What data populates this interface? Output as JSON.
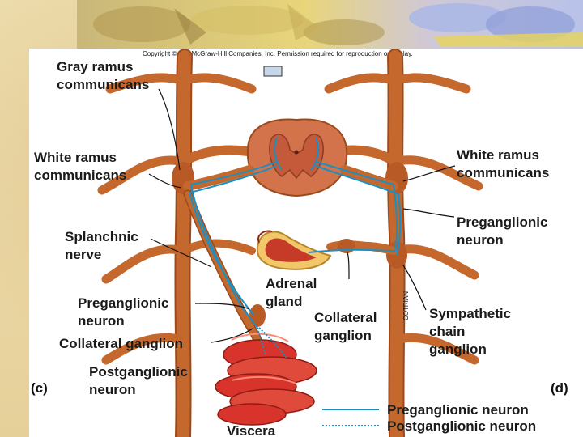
{
  "copyright": "Copyright © The McGraw-Hill Companies, Inc. Permission required for reproduction or display.",
  "labels": {
    "gray_ramus_1": "Gray ramus",
    "gray_ramus_2": "communicans",
    "white_ramus_left_1": "White ramus",
    "white_ramus_left_2": "communicans",
    "white_ramus_right_1": "White ramus",
    "white_ramus_right_2": "communicans",
    "splanchnic_1": "Splanchnic",
    "splanchnic_2": "nerve",
    "preganglionic_left_1": "Preganglionic",
    "preganglionic_left_2": "neuron",
    "preganglionic_right_1": "Preganglionic",
    "preganglionic_right_2": "neuron",
    "collateral_ganglion_left": "Collateral ganglion",
    "postganglionic_1": "Postganglionic",
    "postganglionic_2": "neuron",
    "adrenal_1": "Adrenal",
    "adrenal_2": "gland",
    "collateral_right_1": "Collateral",
    "collateral_right_2": "ganglion",
    "sympathetic_1": "Sympathetic",
    "sympathetic_2": "chain",
    "sympathetic_3": "ganglion",
    "viscera": "Viscera",
    "artist": "COTRIAN"
  },
  "panels": {
    "left": "(c)",
    "right": "(d)"
  },
  "legend": {
    "preganglionic": "Preganglionic neuron",
    "postganglionic": "Postganglionic neuron"
  },
  "colors": {
    "nerve": "#c4682d",
    "nerve_dark": "#9a4a1c",
    "spinal_cord": "#d2734b",
    "gray_matter": "#c45a3a",
    "neuron_pre": "#1a8fc4",
    "neuron_post": "#1a8fc4",
    "viscera": "#d9342b",
    "adrenal_cortex": "#f2c76a",
    "adrenal_medulla": "#c63a28"
  }
}
